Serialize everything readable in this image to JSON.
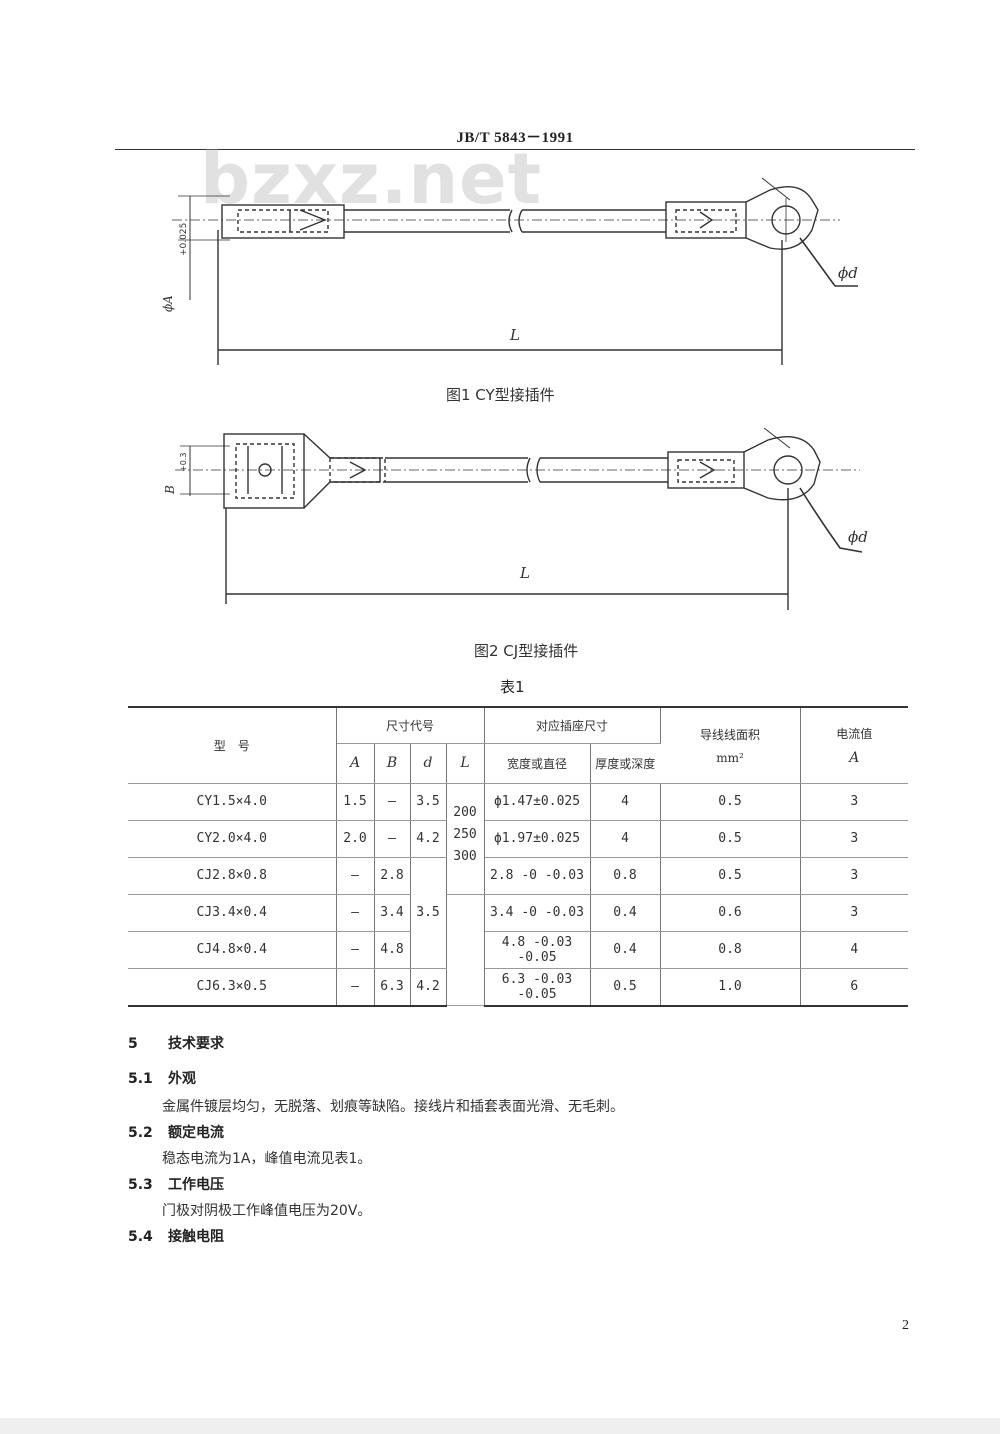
{
  "header": {
    "title": "JB/T  5843－1991"
  },
  "watermark": "bzxz.net",
  "figure1": {
    "caption": "图1   CY型接插件",
    "label_A": "ϕA",
    "label_A_tol": "+0.025",
    "label_d": "ϕd",
    "label_L": "L"
  },
  "figure2": {
    "caption": "图2   CJ型接插件",
    "label_B": "B",
    "label_B_tol": "+0.3",
    "label_d": "ϕd",
    "label_L": "L"
  },
  "table": {
    "title": "表1",
    "headers": {
      "model": "型　号",
      "dims": "尺寸代号",
      "A": "A",
      "B": "B",
      "d": "d",
      "L": "L",
      "socket": "对应插座尺寸",
      "width": "宽度或直径",
      "depth": "厚度或深度",
      "wire": "导线线面积",
      "wire_unit": "mm²",
      "current": "电流值",
      "current_unit": "A"
    },
    "L_values": "200\n250\n300",
    "d_merged": "3.5",
    "rows": [
      {
        "model": "CY1.5×4.0",
        "A": "1.5",
        "B": "–",
        "d": "3.5",
        "width": "ϕ1.47±0.025",
        "depth": "4",
        "wire": "0.5",
        "current": "3"
      },
      {
        "model": "CY2.0×4.0",
        "A": "2.0",
        "B": "–",
        "d": "4.2",
        "width": "ϕ1.97±0.025",
        "depth": "4",
        "wire": "0.5",
        "current": "3"
      },
      {
        "model": "CJ2.8×0.8",
        "A": "–",
        "B": "2.8",
        "width": "2.8 -0 -0.03",
        "depth": "0.8",
        "wire": "0.5",
        "current": "3"
      },
      {
        "model": "CJ3.4×0.4",
        "A": "–",
        "B": "3.4",
        "width": "3.4 -0 -0.03",
        "depth": "0.4",
        "wire": "0.6",
        "current": "3"
      },
      {
        "model": "CJ4.8×0.4",
        "A": "–",
        "B": "4.8",
        "width": "4.8 -0.03 -0.05",
        "depth": "0.4",
        "wire": "0.8",
        "current": "4"
      },
      {
        "model": "CJ6.3×0.5",
        "A": "–",
        "B": "6.3",
        "d": "4.2",
        "width": "6.3 -0.03 -0.05",
        "depth": "0.5",
        "wire": "1.0",
        "current": "6"
      }
    ]
  },
  "sections": {
    "s5": {
      "num": "5",
      "title": "技术要求"
    },
    "s51": {
      "num": "5.1",
      "title": "外观",
      "text": "金属件镀层均匀，无脱落、划痕等缺陷。接线片和插套表面光滑、无毛刺。"
    },
    "s52": {
      "num": "5.2",
      "title": "额定电流",
      "text": "稳态电流为1A，峰值电流见表1。"
    },
    "s53": {
      "num": "5.3",
      "title": "工作电压",
      "text": "门极对阴极工作峰值电压为20V。"
    },
    "s54": {
      "num": "5.4",
      "title": "接触电阻"
    }
  },
  "page_number": "2"
}
